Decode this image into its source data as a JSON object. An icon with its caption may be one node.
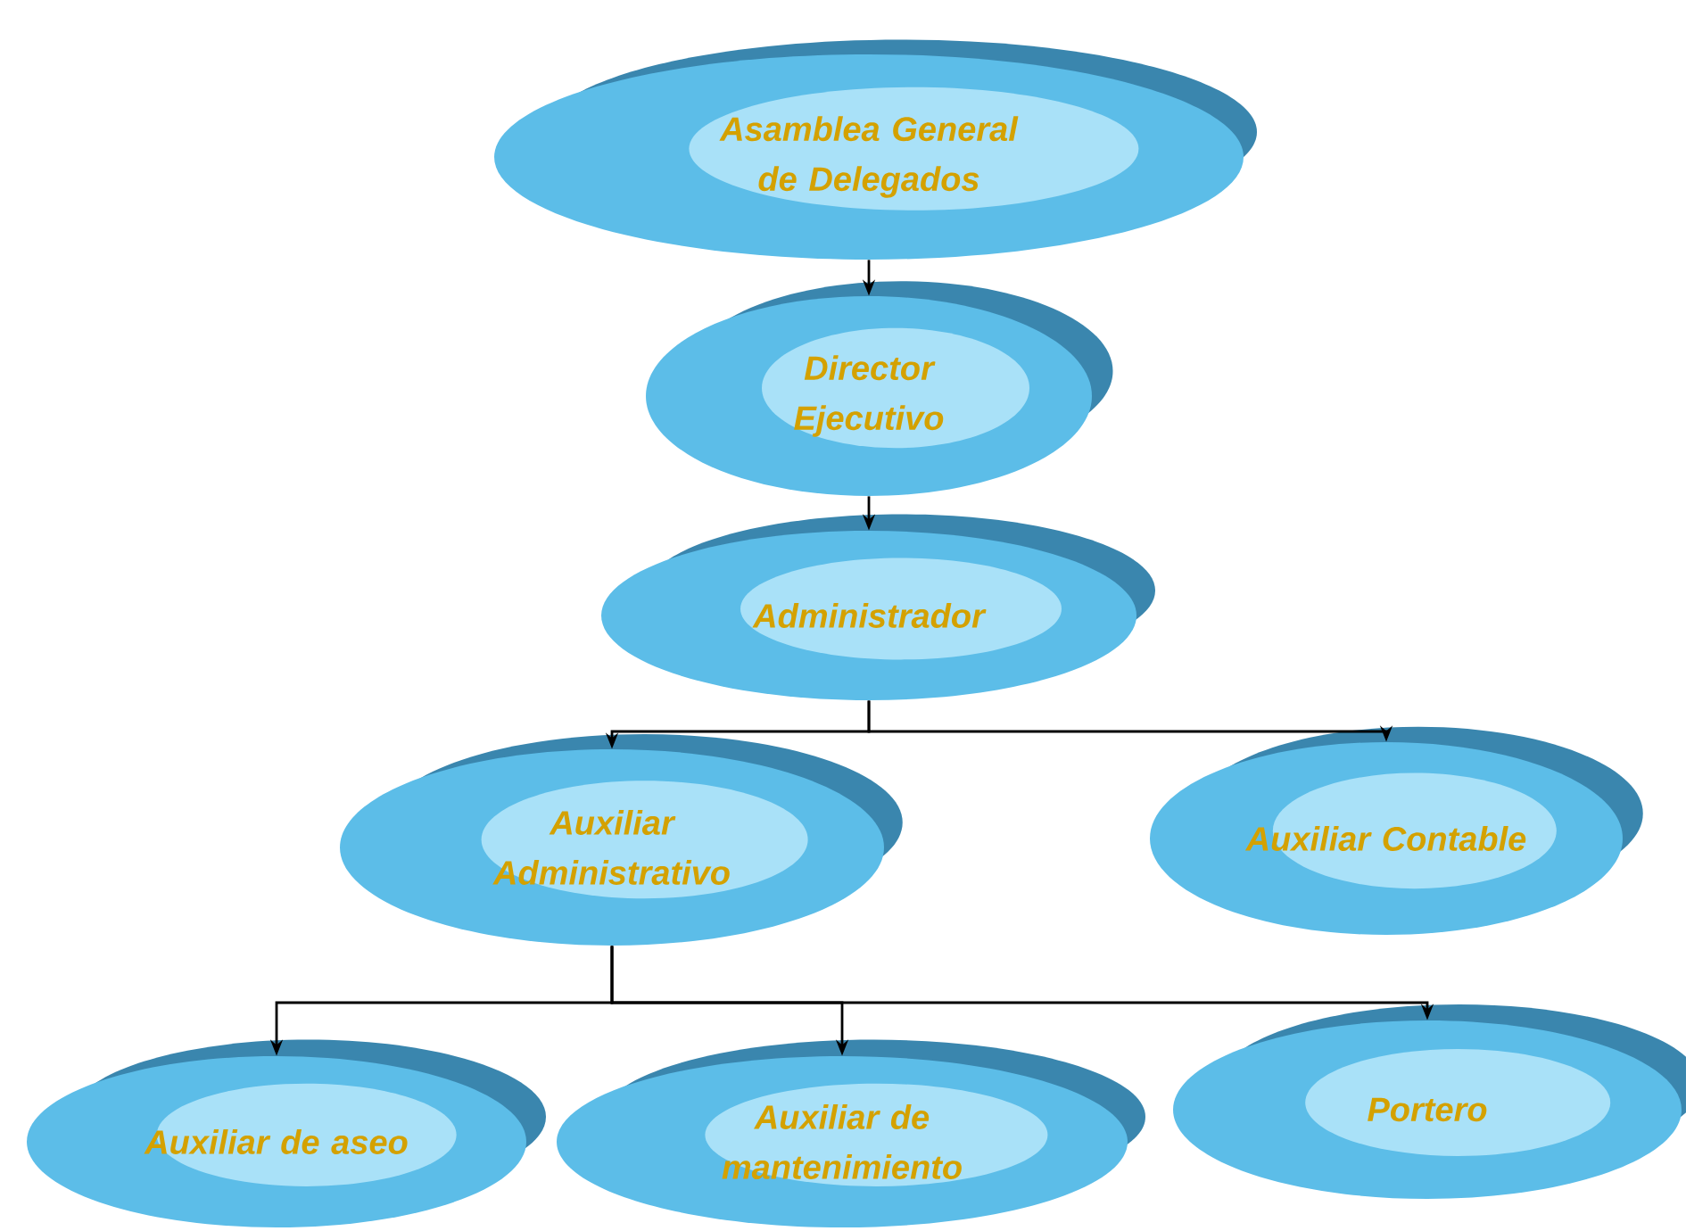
{
  "diagram": {
    "nodes": [
      {
        "text": [
          "Asamblea General de Delegados"
        ]
      },
      {
        "text": [
          "Director Ejecutivo"
        ]
      },
      {
        "text": [
          "Administrador"
        ]
      },
      {
        "text": [
          "Auxiliar Administrativo"
        ]
      },
      {
        "text": [
          "Auxiliar Contable"
        ]
      },
      {
        "text": [
          "Auxiliar de aseo"
        ]
      },
      {
        "text": [
          "Auxiliar de mantenimiento"
        ]
      },
      {
        "text": [
          "Portero"
        ]
      }
    ],
    "edges": [
      {
        "from": 0,
        "to": 1,
        "arrow": "to"
      },
      {
        "from": 1,
        "to": 2,
        "arrow": "to"
      },
      {
        "from": 2,
        "to": 3,
        "arrow": "to"
      },
      {
        "from": 2,
        "to": 4,
        "arrow": "to"
      },
      {
        "from": 3,
        "to": 5,
        "arrow": "to"
      },
      {
        "from": 3,
        "to": 6,
        "arrow": "to"
      },
      {
        "from": 3,
        "to": 7,
        "arrow": "to"
      }
    ]
  }
}
